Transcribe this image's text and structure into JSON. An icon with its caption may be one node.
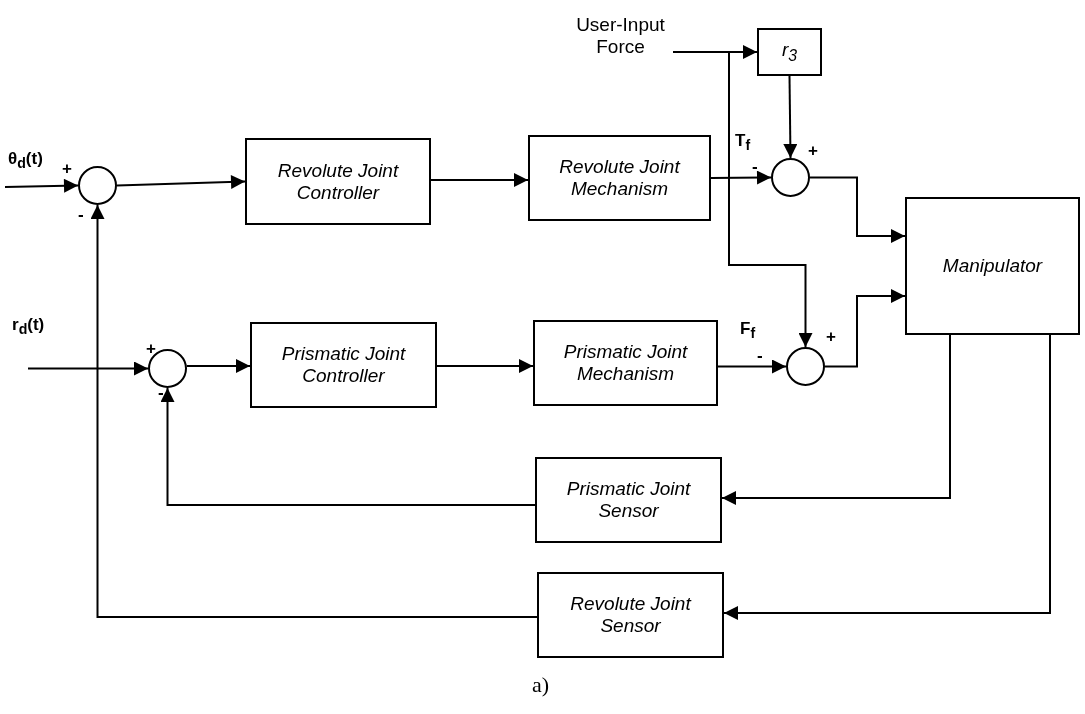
{
  "diagram": {
    "caption": "a)",
    "nodes": [
      {
        "text": [
          "User-Input Force"
        ]
      },
      {
        "text": [
          "r$_{3}$"
        ]
      },
      {
        "text": [],
        "shape": "circle"
      },
      {
        "text": [
          "Revolute Joint Controller"
        ]
      },
      {
        "text": [
          "Revolute Joint Mechanism"
        ]
      },
      {
        "text": [],
        "shape": "circle"
      },
      {
        "text": [
          "Manipulator"
        ]
      },
      {
        "text": [],
        "shape": "circle"
      },
      {
        "text": [
          "Prismatic Joint Controller"
        ]
      },
      {
        "text": [
          "Prismatic Joint Mechanism"
        ]
      },
      {
        "text": [],
        "shape": "circle"
      },
      {
        "text": [
          "Prismatic Joint Sensor"
        ]
      },
      {
        "text": [
          "Revolute Joint Sensor"
        ]
      }
    ],
    "edges": [
      {
        "from": null,
        "to": 2,
        "arrow": "to"
      },
      {
        "from": 2,
        "to": 3,
        "arrow": "to"
      },
      {
        "from": 3,
        "to": 4,
        "arrow": "to"
      },
      {
        "from": 4,
        "to": 5,
        "arrow": "to"
      },
      {
        "from": 0,
        "to": 1,
        "arrow": "to"
      },
      {
        "from": 1,
        "to": 5,
        "arrow": "to"
      },
      {
        "from": 0,
        "to": 10,
        "arrow": "to"
      },
      {
        "from": 5,
        "to": 6,
        "arrow": "to"
      },
      {
        "from": 10,
        "to": 6,
        "arrow": "to"
      },
      {
        "from": null,
        "to": 7,
        "arrow": "to"
      },
      {
        "from": 7,
        "to": 8,
        "arrow": "to"
      },
      {
        "from": 8,
        "to": 9,
        "arrow": "to"
      },
      {
        "from": 9,
        "to": 10,
        "arrow": "to"
      },
      {
        "from": 6,
        "to": 11,
        "arrow": "to"
      },
      {
        "from": 11,
        "to": 7,
        "arrow": "to"
      },
      {
        "from": 6,
        "to": 12,
        "arrow": "to"
      },
      {
        "from": 12,
        "to": 2,
        "arrow": "to"
      }
    ],
    "labels": [
      "θ$_{d}$(t)",
      "+",
      "-",
      "T$_{f}$",
      "-",
      "+",
      "r$_{d}$(t)",
      "+",
      "-",
      "F$_{f}$",
      "-",
      "+"
    ]
  }
}
